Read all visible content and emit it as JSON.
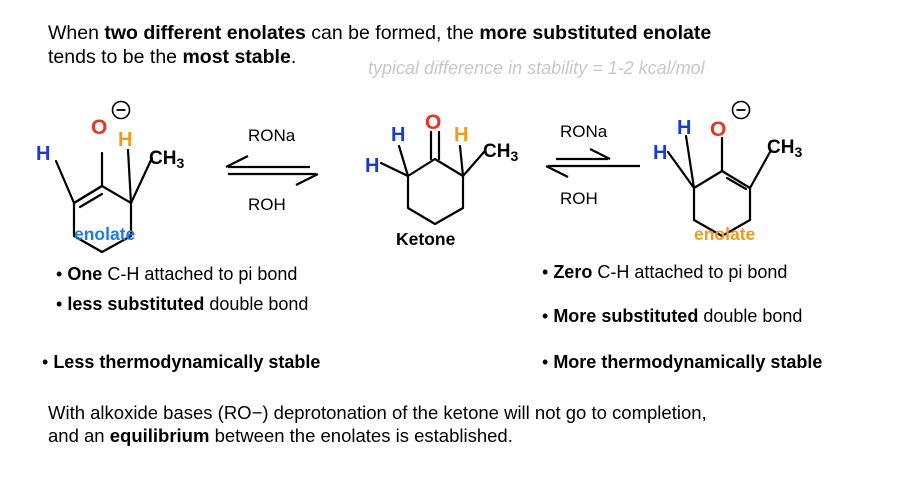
{
  "intro": {
    "line1": [
      "When ",
      "two different enolates",
      " can be formed, the ",
      "more substituted enolate"
    ],
    "line2": [
      "tends to be the ",
      "most stable",
      "."
    ]
  },
  "note": "typical difference in stability = 1-2 kcal/mol",
  "atoms": {
    "O": "O",
    "H": "H",
    "CH": "CH",
    "sub3": "3"
  },
  "conditions": {
    "left_top": "RONa",
    "left_bottom": "ROH",
    "right_top": "RONa",
    "right_bottom": "ROH"
  },
  "labels": {
    "left": "enolate",
    "center": "Ketone",
    "right": "enolate"
  },
  "colors": {
    "blue": "#1a3bd6",
    "orange": "#f39a1c",
    "red": "#ea3423",
    "label_blue": "#1e7de6",
    "label_orange": "#f39a1c"
  },
  "left_points": [
    [
      "One",
      " C-H attached to pi bond"
    ],
    [
      "less substituted",
      " double bond"
    ],
    [
      "Less thermodynamically stable",
      ""
    ]
  ],
  "right_points": [
    [
      "Zero",
      " C-H attached to pi bond"
    ],
    [
      "More substituted",
      " double bond"
    ],
    [
      "More thermodynamically stable",
      ""
    ]
  ],
  "summary": {
    "line1": "With alkoxide bases (RO−) deprotonation of the ketone will not go to completion,",
    "line2": [
      "and an ",
      "equilibrium",
      " between the enolates is established."
    ]
  }
}
